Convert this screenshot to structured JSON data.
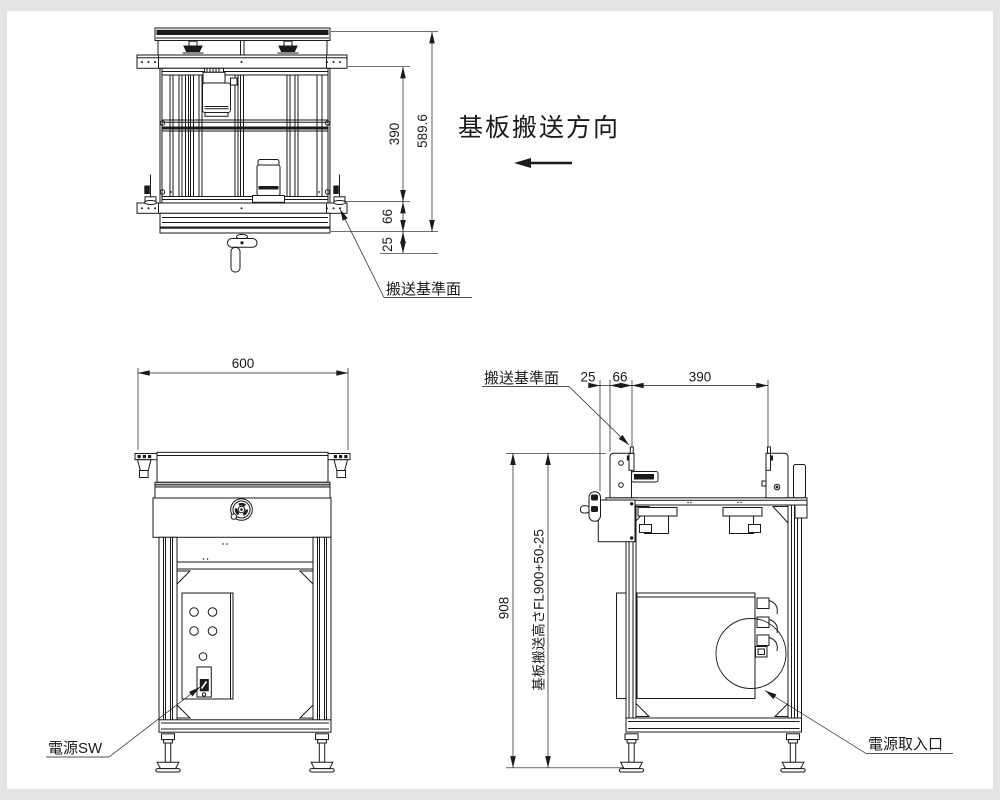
{
  "page": {
    "margin_color": "#e4e4e4",
    "canvas_color": "#ffffff",
    "line_color": "#1a1a1a"
  },
  "direction": {
    "label": "基板搬送方向"
  },
  "top_view": {
    "label_transport_reference": "搬送基準面",
    "dim_inner_width": "390",
    "dim_total_width": "589.6",
    "dim_rail_section": "66",
    "dim_ref_offset": "25"
  },
  "front_view": {
    "dim_width": "600",
    "label_power_switch": "電源SW"
  },
  "side_view": {
    "label_transport_reference": "搬送基準面",
    "dim_ref_offset": "25",
    "dim_rail_section": "66",
    "dim_depth": "390",
    "dim_overall_height": "908",
    "dim_transport_height": "基板搬送高さFL900+50-25",
    "label_power_inlet": "電源取入口"
  }
}
